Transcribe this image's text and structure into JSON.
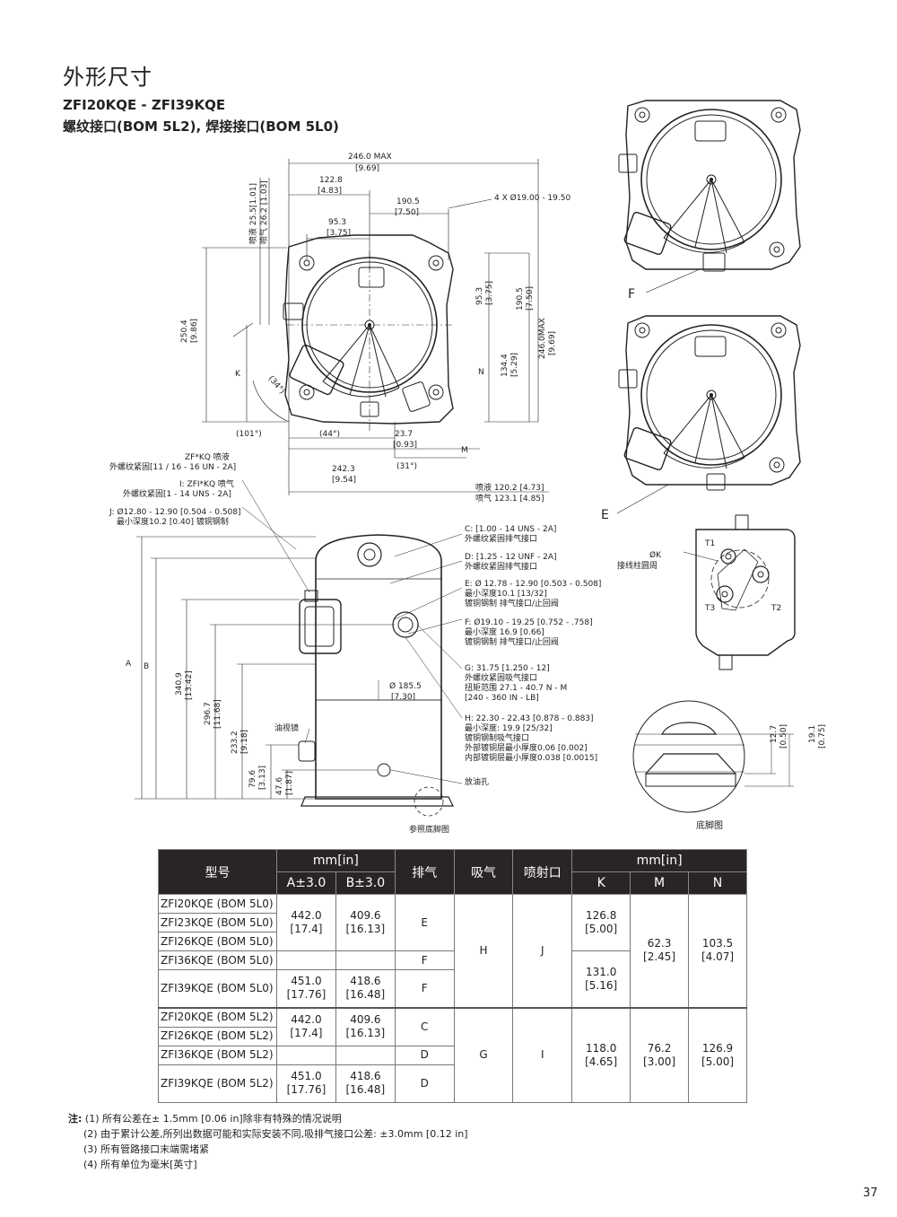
{
  "page": {
    "title": "外形尺寸",
    "subtitle_model": "ZFI20KQE - ZFI39KQE",
    "subtitle_connections": "螺纹接口(BOM 5L2), 焊接接口(BOM 5L0)",
    "page_number": "37"
  },
  "top_view": {
    "dim_246_max": "246.0 MAX",
    "dim_246_max_in": "[9.69]",
    "dim_122_8": "122.8",
    "dim_122_8_in": "[4.83]",
    "dim_190_5": "190.5",
    "dim_190_5_in": "[7.50]",
    "dim_95_3": "95.3",
    "dim_95_3_in": "[3.75]",
    "holes": "4 X Ø19.00 - 19.50",
    "liquid_25_5": "喷液 25.5[1.01]",
    "vapor_26_2": "喷气 26.2 [1.03]",
    "dim_250_4": "250.4",
    "dim_250_4_in": "[9.86]",
    "dim_k": "K",
    "angle_34": "(34°)",
    "dim_95_3_v": "95.3",
    "dim_95_3_v_in": "[3.75]",
    "dim_190_5_v": "190.5",
    "dim_190_5_v_in": "[7.50]",
    "dim_n": "N",
    "dim_134_4": "134.4",
    "dim_134_4_in": "[5.29]",
    "dim_246_v": "246.0MAX",
    "dim_246_v_in": "[9.69]",
    "angle_101": "(101°)",
    "angle_44": "(44°)",
    "dim_23_7": "23.7",
    "dim_23_7_in": "[0.93]",
    "dim_m": "M",
    "angle_31": "(31°)",
    "dim_242_3": "242.3",
    "dim_242_3_in": "[9.54]",
    "liquid_120_2": "喷液 120.2 [4.73]",
    "vapor_123_1": "喷气 123.1 [4.85]"
  },
  "left_notes": {
    "zf_kq_1": "ZF*KQ 喷液",
    "zf_kq_2": "外螺纹紧固[11 / 16 - 16 UN - 2A]",
    "zfi_kq_1": "I: ZFI*KQ 喷气",
    "zfi_kq_2": "外螺纹紧固[1 - 14  UNS - 2A]",
    "j_1": "J: Ø12.80 - 12.90 [0.504 - 0.508]",
    "j_2": "最小深度10.2 [0.40] 镀铜钢制"
  },
  "right_notes": {
    "c_1": "C:  [1.00 - 14 UNS - 2A]",
    "c_2": "外螺纹紧固排气接口",
    "d_1": "D:  [1.25 - 12 UNF - 2A]",
    "d_2": "外螺纹紧固排气接口",
    "e_1": "E:  Ø 12.78 - 12.90 [0.503 - 0.508]",
    "e_2": "最小深度10.1 [13/32]",
    "e_3": "镀铜钢制 排气接口/止回阀",
    "f_1": "F:  Ø19.10 - 19.25 [0.752 - .758]",
    "f_2": "最小深度 16.9 [0.66]",
    "f_3": "镀铜钢制 排气接口/止回阀",
    "g_1": "G: 31.75 [1.250 - 12]",
    "g_2": "外螺纹紧固吸气接口",
    "g_3": "扭矩范围  27.1 - 40.7 N - M",
    "g_4": "[240 - 360  IN - LB]",
    "h_1": "H: 22.30 - 22.43 [0.878 - 0.883]",
    "h_2": "最小深度: 19.9 [25/32]",
    "h_3": "镀铜钢制吸气接口",
    "h_4": "外部镀铜层最小厚度0.06 [0.002]",
    "h_5": "内部镀铜层最小厚度0.038 [0.0015]",
    "drain": "放油孔"
  },
  "side_view": {
    "dim_a": "A",
    "dim_b": "B",
    "dim_340_9": "340.9",
    "dim_340_9_in": "[13.42]",
    "dim_296_7": "296.7",
    "dim_296_7_in": "[11.68]",
    "dim_233_2": "233.2",
    "dim_233_2_in": "[9.18]",
    "dim_79_6": "79.6",
    "dim_79_6_in": "[3.13]",
    "dim_47_6": "47.6",
    "dim_47_6_in": "[1.87]",
    "diameter": "Ø 185.5",
    "diameter_in": "[7.30]",
    "sight_glass": "油视镜",
    "ref_foot": "参照底脚图"
  },
  "right_views": {
    "label_f": "F",
    "label_e": "E",
    "terminal_k": "ØK",
    "terminal_text": "接线柱圆周",
    "t1": "T1",
    "t2": "T2",
    "t3": "T3",
    "foot_12_7": "12.7",
    "foot_12_7_in": "[0.50]",
    "foot_19_1": "19.1",
    "foot_19_1_in": "[0.75]",
    "foot_caption": "底脚图"
  },
  "table": {
    "h_model": "型号",
    "h_mm": "mm[in]",
    "h_a": "A±3.0",
    "h_b": "B±3.0",
    "h_discharge": "排气",
    "h_suction": "吸气",
    "h_injection": "喷射口",
    "h_mm2": "mm[in]",
    "h_k": "K",
    "h_m": "M",
    "h_n": "N",
    "models": [
      "ZFI20KQE (BOM 5L0)",
      "ZFI23KQE (BOM 5L0)",
      "ZFI26KQE (BOM 5L0)",
      "ZFI36KQE (BOM 5L0)",
      "ZFI39KQE (BOM 5L0)",
      "ZFI20KQE (BOM 5L2)",
      "ZFI26KQE (BOM 5L2)",
      "ZFI36KQE (BOM 5L2)",
      "ZFI39KQE (BOM 5L2)"
    ],
    "a1": "442.0",
    "a1_in": "[17.4]",
    "b1": "409.6",
    "b1_in": "[16.13]",
    "a2": "451.0",
    "a2_in": "[17.76]",
    "b2": "418.6",
    "b2_in": "[16.48]",
    "a3": "442.0",
    "a3_in": "[17.4]",
    "b3": "409.6",
    "b3_in": "[16.13]",
    "a4": "451.0",
    "a4_in": "[17.76]",
    "b4": "418.6",
    "b4_in": "[16.48]",
    "dis_e": "E",
    "dis_f1": "F",
    "dis_f2": "F",
    "dis_c": "C",
    "dis_d1": "D",
    "dis_d2": "D",
    "suc_h": "H",
    "inj_j": "J",
    "suc_g": "G",
    "inj_i": "I",
    "k1": "126.8",
    "k1_in": "[5.00]",
    "k2": "131.0",
    "k2_in": "[5.16]",
    "m1": "62.3",
    "m1_in": "[2.45]",
    "n1": "103.5",
    "n1_in": "[4.07]",
    "k3": "118.0",
    "k3_in": "[4.65]",
    "m2": "76.2",
    "m2_in": "[3.00]",
    "n2": "126.9",
    "n2_in": "[5.00]"
  },
  "notes": {
    "label": "注:",
    "n1": "(1)  所有公差在± 1.5mm [0.06 in]除非有特殊的情况说明",
    "n2": "(2)  由于累计公差,所列出数据可能和实际安装不同,吸排气接口公差: ±3.0mm [0.12 in]",
    "n3": "(3)  所有管路接口末端需堵紧",
    "n4": "(4)  所有单位为毫米[英寸]"
  }
}
